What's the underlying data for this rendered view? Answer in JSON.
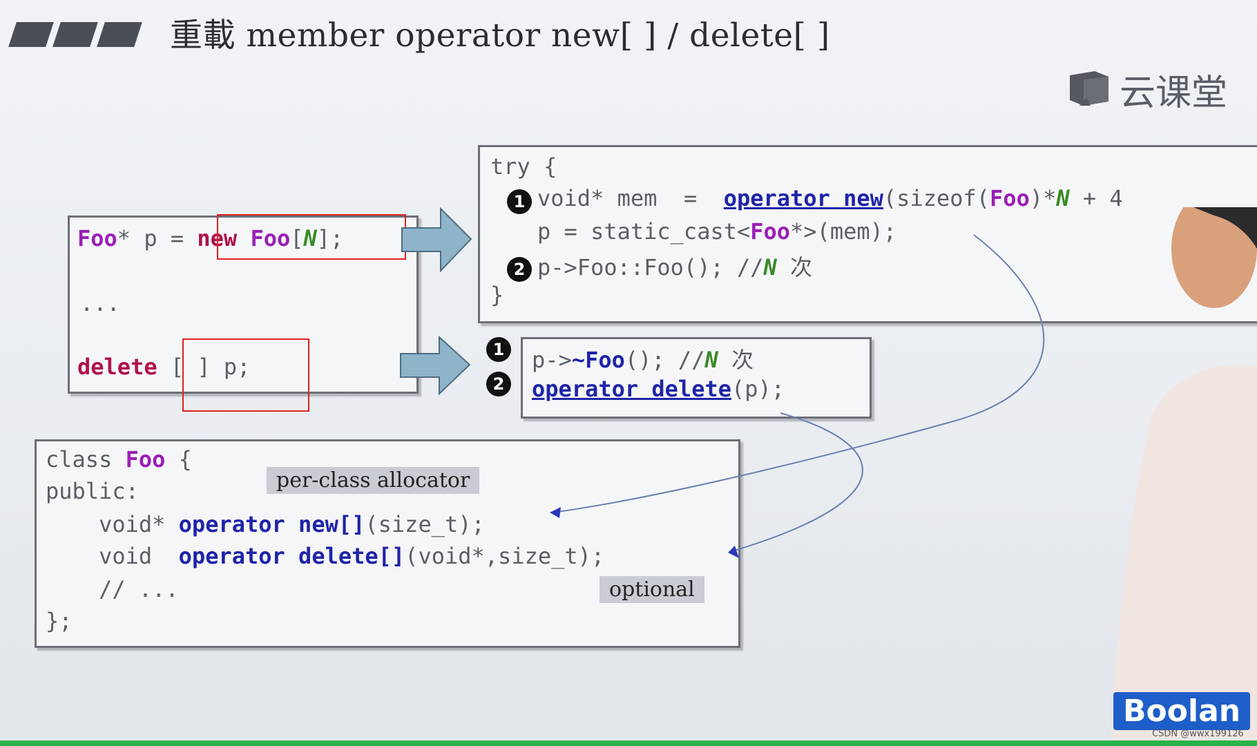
{
  "title": "重載 member operator new[ ] / delete[ ]",
  "logo_text": "云课堂",
  "left_box": {
    "line1": {
      "type": "Foo",
      "mid": "* p = ",
      "new_kw": "new",
      "cls": "Foo",
      "bracket_open": "[",
      "n": "N",
      "bracket_close": "];"
    },
    "ellipsis": "...",
    "line3": {
      "del_kw": "delete",
      "rest": " [ ] p;"
    }
  },
  "try_box": {
    "line1": "try {",
    "line2": {
      "pre": "void* mem  =  ",
      "fn": "operator new",
      "args_pre": "(sizeof(",
      "cls": "Foo",
      "args_mid": ")*",
      "n": "N",
      "args_post": " + 4"
    },
    "line3": {
      "pre": "p = static_cast<",
      "cls": "Foo",
      "post": "*>(mem);"
    },
    "line4": {
      "pre": "p->Foo::Foo(); //",
      "n": "N",
      "post": " 次"
    },
    "line5": "}"
  },
  "del_box": {
    "line1": {
      "pre": "p->",
      "fn": "~Foo",
      "mid": "(); //",
      "n": "N",
      "post": " 次"
    },
    "line2": {
      "fn": "operator delete",
      "post": "(p);"
    }
  },
  "steps": [
    "1",
    "2",
    "1",
    "2"
  ],
  "class_box": {
    "line1": {
      "pre": "class ",
      "cls": "Foo",
      "post": " {"
    },
    "line2": "public:",
    "line3": {
      "pre": "    void* ",
      "fn": "operator new[]",
      "post": "(size_t);"
    },
    "line4": {
      "pre": "    void  ",
      "fn": "operator delete[]",
      "post": "(void*,size_t);"
    },
    "line5": "    // ...",
    "line6": "};"
  },
  "tags": {
    "allocator": "per-class allocator",
    "optional": "optional"
  },
  "brand": "Boolan",
  "watermark": "CSDN @wwx199126",
  "colors": {
    "keyword": "#b0124a",
    "class": "#9a1fb5",
    "function": "#1f24a8",
    "n": "#3a8a26",
    "redbox": "#e02020",
    "arrow": "#8fb4c9"
  }
}
